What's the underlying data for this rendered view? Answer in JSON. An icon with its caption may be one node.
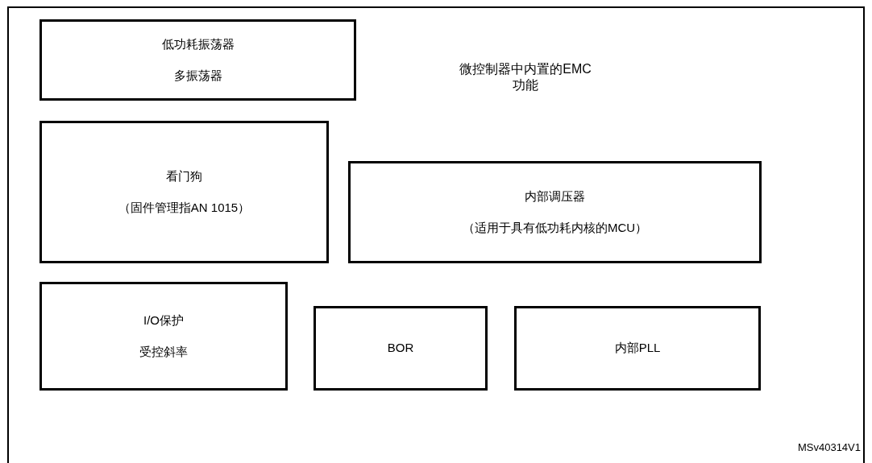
{
  "diagram": {
    "nodes": [
      {
        "text": [
          "低功耗振荡器",
          "多振荡器"
        ]
      },
      {
        "text": [
          "看门狗",
          "（固件管理指AN 1015）"
        ]
      },
      {
        "text": [
          "内部调压器",
          "（适用于具有低功耗内核的MCU）"
        ]
      },
      {
        "text": [
          "I/O保护",
          "受控斜率"
        ]
      },
      {
        "text": [
          "BOR"
        ]
      },
      {
        "text": [
          "内部PLL"
        ]
      }
    ],
    "labels": [
      "微控制器中内置的EMC功能",
      "MSv40314V1"
    ]
  }
}
